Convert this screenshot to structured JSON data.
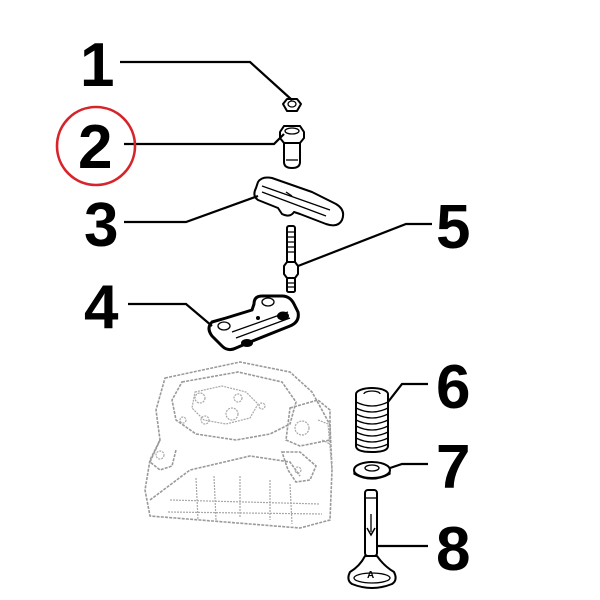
{
  "diagram": {
    "type": "exploded-parts-view",
    "subject": "cylinder head valve train",
    "highlighted_callout": "2",
    "highlight_color": "#d6242a",
    "callouts": [
      {
        "id": "1",
        "label": "1",
        "part": "nut"
      },
      {
        "id": "2",
        "label": "2",
        "part": "rocker pivot / adjusting nut"
      },
      {
        "id": "3",
        "label": "3",
        "part": "rocker arm"
      },
      {
        "id": "4",
        "label": "4",
        "part": "push rod guide plate"
      },
      {
        "id": "5",
        "label": "5",
        "part": "rocker arm stud"
      },
      {
        "id": "6",
        "label": "6",
        "part": "valve spring"
      },
      {
        "id": "7",
        "label": "7",
        "part": "valve spring retainer / washer"
      },
      {
        "id": "8",
        "label": "8",
        "part": "valve"
      }
    ],
    "valve_marking": "A"
  }
}
